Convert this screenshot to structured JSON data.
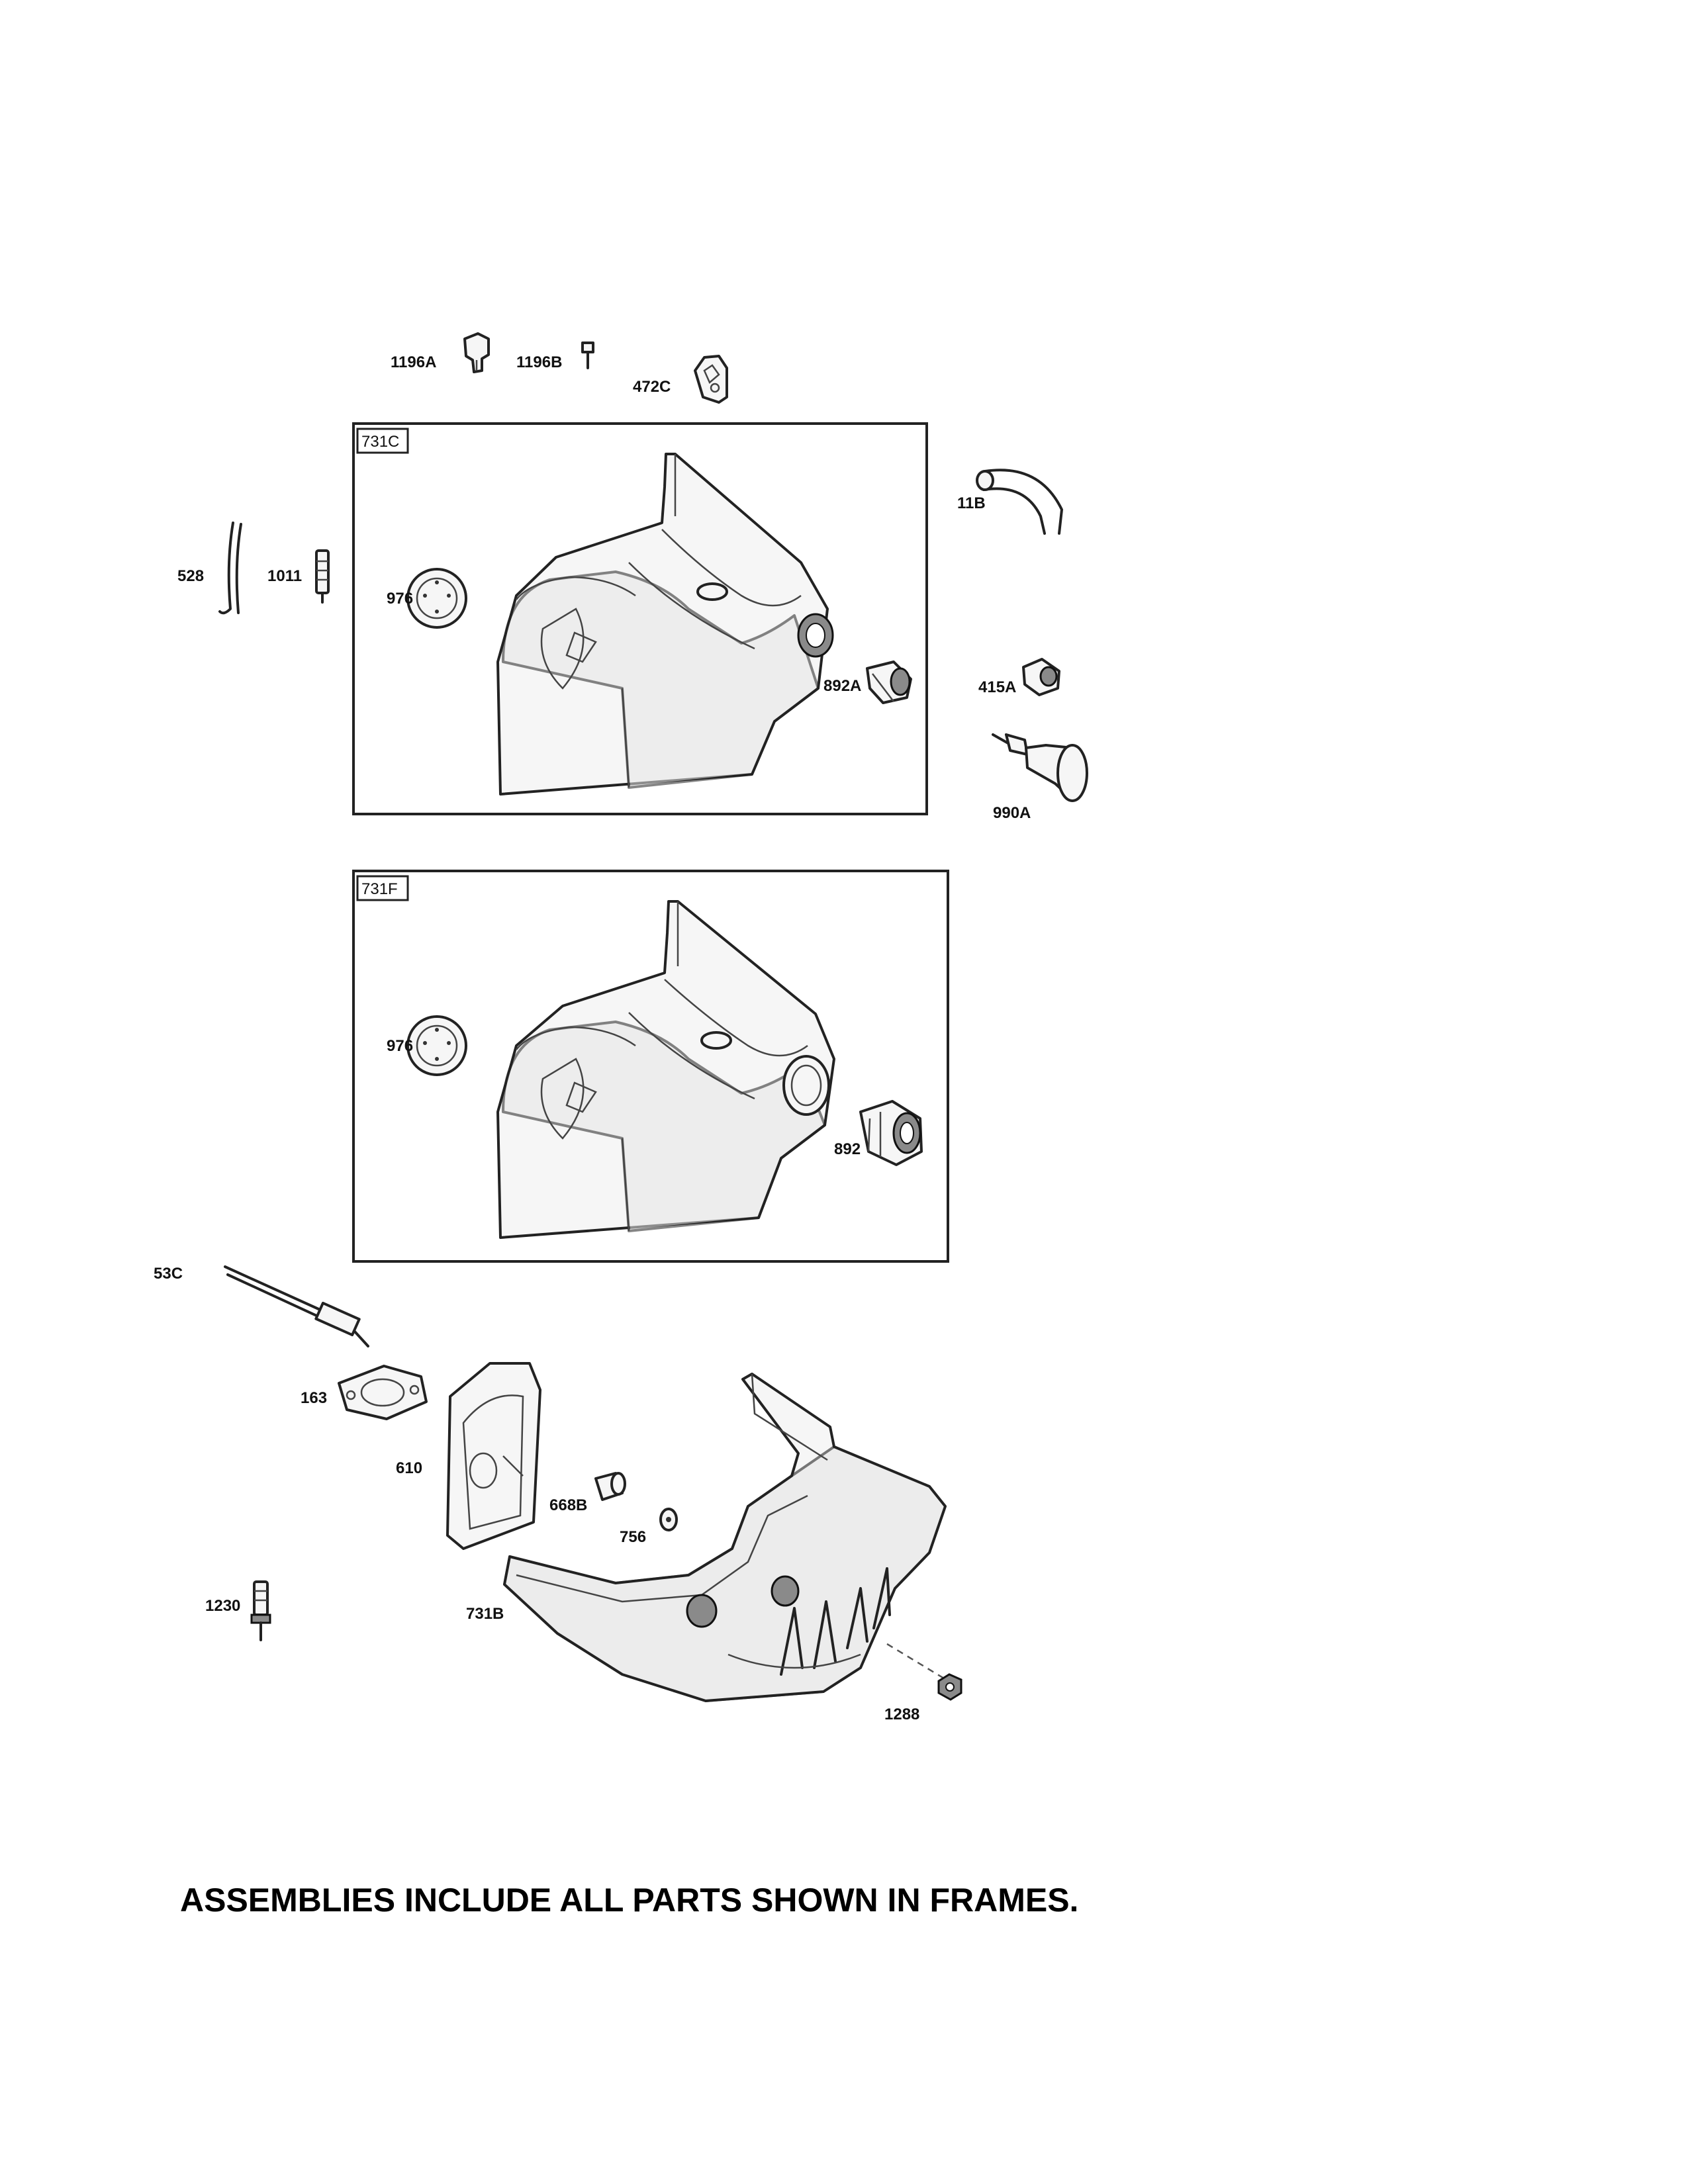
{
  "diagram": {
    "frames": [
      {
        "id": "731C",
        "label": "731C"
      },
      {
        "id": "731F",
        "label": "731F"
      }
    ],
    "labels": {
      "p1196a": "1196A",
      "p1196b": "1196B",
      "p472c": "472C",
      "p528": "528",
      "p1011": "1011",
      "p976_top": "976",
      "p11b": "11B",
      "p892a": "892A",
      "p415a": "415A",
      "p990a": "990A",
      "p976_bottom": "976",
      "p892": "892",
      "p53c": "53C",
      "p163": "163",
      "p610": "610",
      "p668b": "668B",
      "p756": "756",
      "p1230": "1230",
      "p731b": "731B",
      "p1288": "1288"
    }
  },
  "caption": "ASSEMBLIES INCLUDE ALL PARTS SHOWN IN FRAMES."
}
